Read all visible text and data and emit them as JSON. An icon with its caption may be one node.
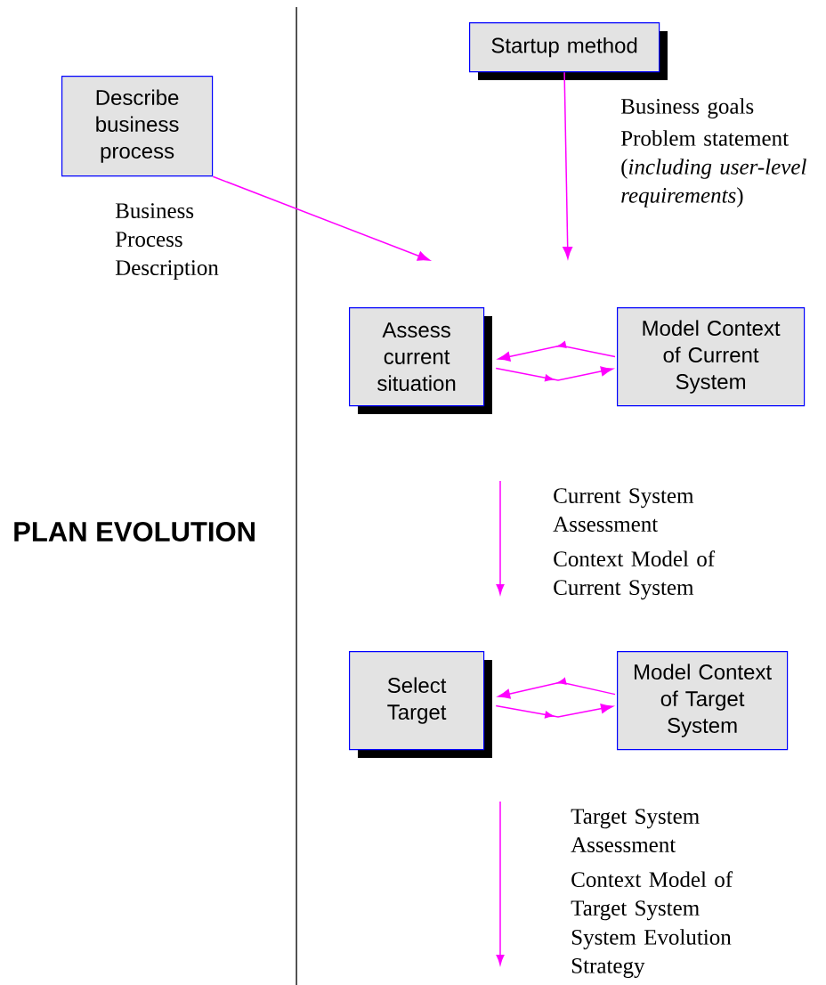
{
  "diagram": {
    "nodes": [
      {
        "text": [
          "Startup method"
        ]
      },
      {
        "text": [
          "Describe business process"
        ]
      },
      {
        "text": [
          "Assess current situation"
        ]
      },
      {
        "text": [
          "Model Context of Current System"
        ]
      },
      {
        "text": [
          "Select Target"
        ]
      },
      {
        "text": [
          "Model Context of Target System"
        ]
      }
    ],
    "edges": [
      {
        "from": 1,
        "to": null,
        "arrow": "to"
      },
      {
        "from": 0,
        "to": null,
        "arrow": "to"
      },
      {
        "from": 3,
        "to": 2,
        "arrow": "to"
      },
      {
        "from": 2,
        "to": 3,
        "arrow": "to"
      },
      {
        "from": 5,
        "to": 4,
        "arrow": "to"
      },
      {
        "from": 4,
        "to": 5,
        "arrow": "to"
      }
    ],
    "labels": [
      "Business goals",
      "Problem statement (*including user-level requirements*)",
      "Business Process Description",
      "Current System Assessment",
      "Context Model of Current System",
      "PLAN EVOLUTION",
      "Target System Assessment",
      "Context Model of Target System",
      "System Evolution Strategy"
    ]
  }
}
